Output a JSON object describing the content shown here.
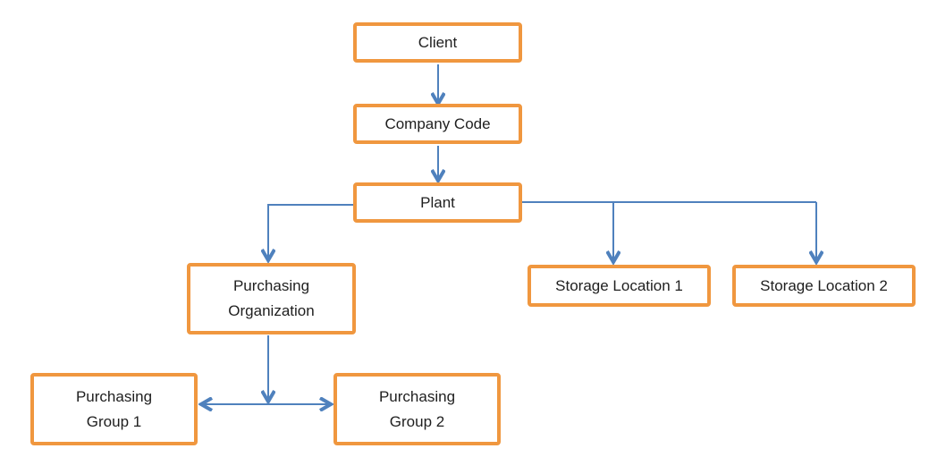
{
  "diagram": {
    "title": "Enterprise structure diagram",
    "colors": {
      "box_border": "#F0973F",
      "box_fill": "#FFFFFF",
      "connector": "#4F81BD",
      "text": "#1F1F1F",
      "background": "#FFFFFF"
    },
    "nodes": {
      "client": {
        "label": "Client"
      },
      "company_code": {
        "label": "Company Code"
      },
      "plant": {
        "label": "Plant"
      },
      "purchasing_organization": {
        "label": "Purchasing Organization"
      },
      "storage_location_1": {
        "label": "Storage Location 1"
      },
      "storage_location_2": {
        "label": "Storage Location 2"
      },
      "purchasing_group_1": {
        "label": "Purchasing Group 1"
      },
      "purchasing_group_2": {
        "label": "Purchasing Group 2"
      }
    },
    "edges": [
      {
        "from": "client",
        "to": "company_code",
        "style": "arrow-down"
      },
      {
        "from": "company_code",
        "to": "plant",
        "style": "arrow-down"
      },
      {
        "from": "plant",
        "to": "purchasing_organization",
        "style": "elbow-arrow-down"
      },
      {
        "from": "plant",
        "to": "storage_location_1",
        "style": "elbow-arrow-down"
      },
      {
        "from": "plant",
        "to": "storage_location_2",
        "style": "elbow-arrow-down"
      },
      {
        "from": "purchasing_organization",
        "to": "purchasing_group_junction",
        "style": "arrow-down"
      },
      {
        "from": "purchasing_group_1",
        "to": "purchasing_group_2",
        "style": "double-arrow-horizontal"
      }
    ]
  }
}
